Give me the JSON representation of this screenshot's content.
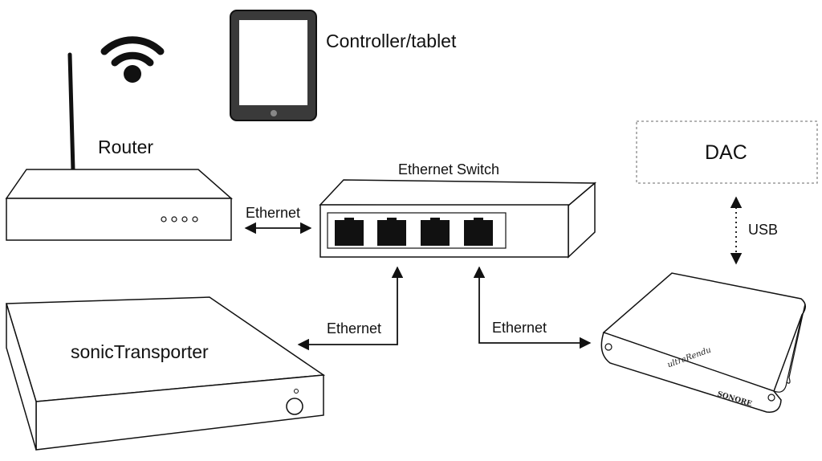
{
  "devices": {
    "controller_label": "Controller/tablet",
    "router_label": "Router",
    "switch_label": "Ethernet Switch",
    "server_label": "sonicTransporter",
    "dac_label": "DAC",
    "endpoint_model": "ultraRendu",
    "endpoint_brand": "SONORE"
  },
  "connections": {
    "router_switch": "Ethernet",
    "server_switch": "Ethernet",
    "switch_endpoint": "Ethernet",
    "endpoint_dac": "USB"
  },
  "icons": {
    "wifi": "wifi-icon",
    "tablet": "tablet-icon"
  }
}
